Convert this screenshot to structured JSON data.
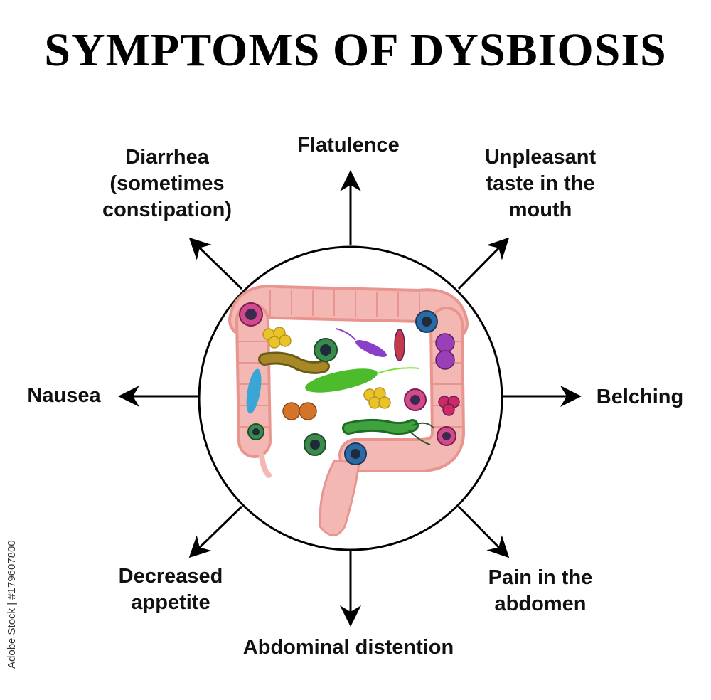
{
  "title": "SYMPTOMS OF DYSBIOSIS",
  "symptoms": {
    "flatulence": "Flatulence",
    "diarrhea": "Diarrhea\n(sometimes\nconstipation)",
    "unpleasant_taste": "Unpleasant\ntaste in the\nmouth",
    "nausea": "Nausea",
    "belching": "Belching",
    "decreased_appetite": "Decreased\nappetite",
    "pain_abdomen": "Pain in the\nabdomen",
    "abdominal_distention": "Abdominal distention"
  },
  "watermark": "Adobe Stock | #179607800",
  "colors": {
    "intestine": "#f4b8b4",
    "intestine_shade": "#e89590",
    "outline": "#000000"
  }
}
